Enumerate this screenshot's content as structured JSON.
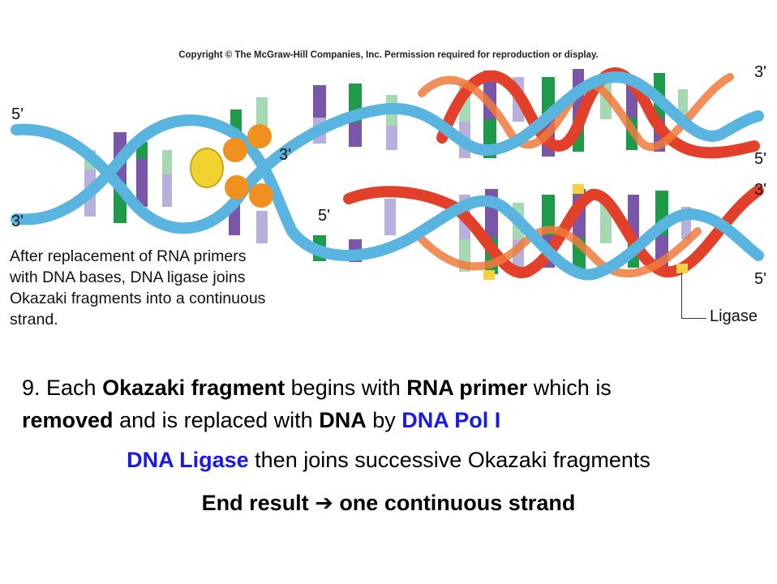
{
  "copyright": "Copyright © The McGraw-Hill Companies, Inc. Permission required for reproduction or display.",
  "diagram": {
    "labels": {
      "left_5": "5'",
      "left_3": "3'",
      "mid_3": "3'",
      "mid_5": "5'",
      "top_right_3": "3'",
      "upper_right_5": "5'",
      "lower_right_3": "3'",
      "bottom_right_5": "5'"
    },
    "caption": "After replacement of RNA primers with DNA bases, DNA ligase joins Okazaki fragments into a continuous strand.",
    "ligase_label": "Ligase",
    "colors": {
      "backbone": "#5ab4e0",
      "new_strand": "#e2402a",
      "primer": "#f07a3a",
      "base_purple": "#7a56a8",
      "base_green": "#1f9a4a",
      "base_lilac": "#b7b0dc",
      "base_mint": "#a6d8b4",
      "polymerase_yellow": "#f2d22e",
      "nucleotide_orange": "#f0901e",
      "ligase_yellow": "#f3d241"
    }
  },
  "text": {
    "line1_a": "9. Each ",
    "line1_b": "Okazaki fragment",
    "line1_c": " begins with ",
    "line1_d": "RNA primer",
    "line1_e": " which is",
    "line2_a": "removed",
    "line2_b": " and is replaced with ",
    "line2_c": "DNA",
    "line2_d": " by ",
    "line2_e": "DNA Pol I",
    "line3_a": "DNA Ligase",
    "line3_b": " then joins successive Okazaki fragments",
    "line4_a": "End result ",
    "line4_arrow": "➔",
    "line4_b": " one continuous strand"
  }
}
